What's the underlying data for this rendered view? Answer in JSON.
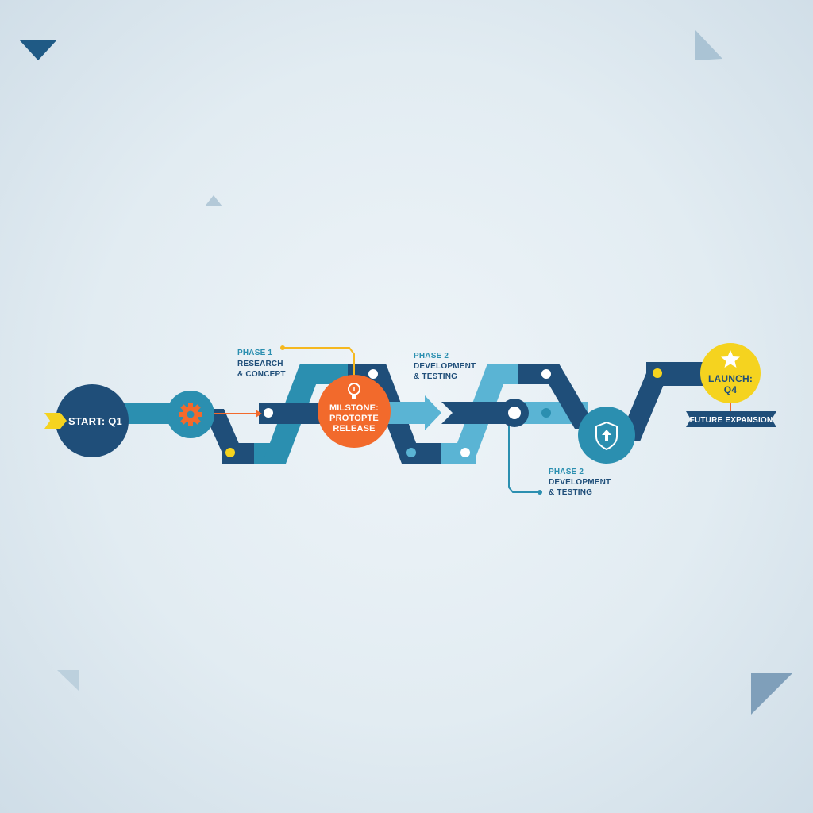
{
  "start": {
    "label": "START: Q1"
  },
  "phase1": {
    "title": "PHASE 1",
    "line1": "RESEARCH",
    "line2": "& CONCEPT"
  },
  "milestone": {
    "line1": "MILSTONE:",
    "line2": "PROTOPTE",
    "line3": "RELEASE"
  },
  "phase2_top": {
    "title": "PHASE 2",
    "line1": "DEVELOPMENT",
    "line2": "& TESTING"
  },
  "phase2_bottom": {
    "title": "PHASE 2",
    "line1": "DEVELOPMENT",
    "line2": "& TESTING"
  },
  "launch": {
    "line1": "LAUNCH:",
    "line2": "Q4"
  },
  "future": {
    "label": "FUTURE EXPANSION"
  },
  "icons": {
    "start": "chevron-arrow-icon",
    "gear": "gear-icon",
    "milestone": "lightbulb-icon",
    "shield": "shield-arrow-icon",
    "launch": "star-icon"
  },
  "colors": {
    "navy": "#1f4e79",
    "teal": "#2b8fb0",
    "light_blue": "#5ab4d4",
    "orange": "#f26a2c",
    "yellow": "#f5d31f",
    "background": "#e6eef3"
  }
}
